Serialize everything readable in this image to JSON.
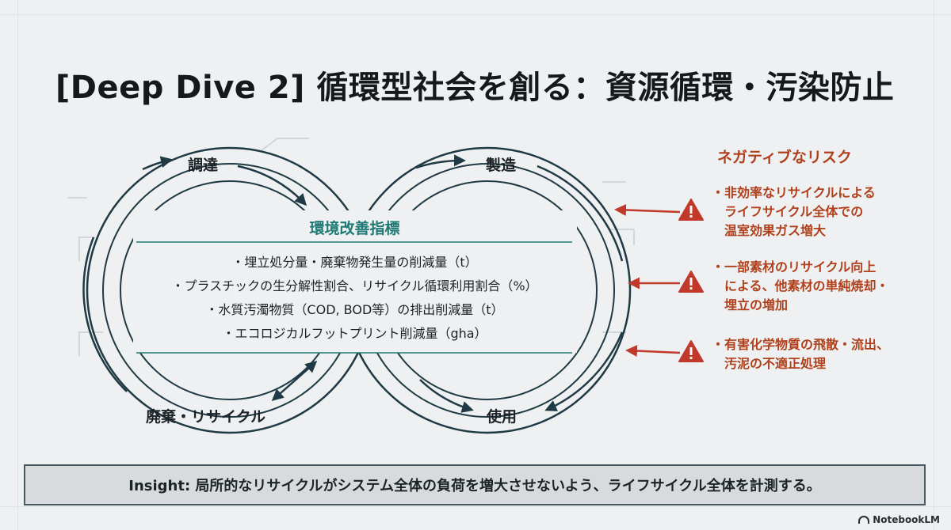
{
  "title": "[Deep Dive 2] 循環型社会を創る：資源循環・汚染防止",
  "cycle": {
    "stages": {
      "procurement": "調達",
      "manufacturing": "製造",
      "use": "使用",
      "disposal": "廃棄・リサイクル"
    },
    "panel_title": "環境改善指標",
    "metrics": [
      "・埋立処分量・廃棄物発生量の削減量（t）",
      "・プラスチックの生分解性割合、リサイクル循環利用割合（%）",
      "・水質汚濁物質（COD, BOD等）の排出削減量（t）",
      "・エコロジカルフットプリント削減量（gha）"
    ]
  },
  "risks": {
    "title": "ネガティブなリスク",
    "items": [
      "・非効率なリサイクルによる\n　ライフサイクル全体での\n　温室効果ガス増大",
      "・一部素材のリサイクル向上\n　による、他素材の単純焼却・\n　埋立の増加",
      "・有害化学物質の飛散・流出、\n　汚泥の不適正処理"
    ]
  },
  "insight": "Insight: 局所的なリサイクルがシステム全体の負荷を増大させないよう、ライフサイクル全体を計測する。",
  "brand": "NotebookLM",
  "colors": {
    "ring": "#1f3a44",
    "accent_teal": "#1f7a76",
    "risk": "#b0401c",
    "arrow_red": "#c0392b"
  }
}
